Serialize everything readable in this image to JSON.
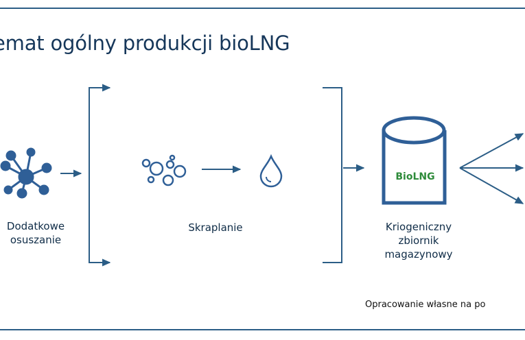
{
  "title": "emat ogólny produkcji bioLNG",
  "steps": {
    "drying": {
      "label_line1": "Dodatkowe",
      "label_line2": "osuszanie",
      "icon": "molecule-icon"
    },
    "liquefaction": {
      "label": "Skraplanie",
      "icon_left": "bubbles-icon",
      "icon_right": "droplet-icon"
    },
    "storage": {
      "tank_text": "BioLNG",
      "label_line1": "Kriogeniczny",
      "label_line2": "zbiornik",
      "label_line3": "magazynowy",
      "icon": "tank-icon"
    }
  },
  "source": "Opracowanie własne na po",
  "colors": {
    "frame": "#2b5d86",
    "arrows": "#2b5d86",
    "icons": "#2f5f97",
    "title": "#16375a",
    "tank_text": "#2e8b3a"
  }
}
